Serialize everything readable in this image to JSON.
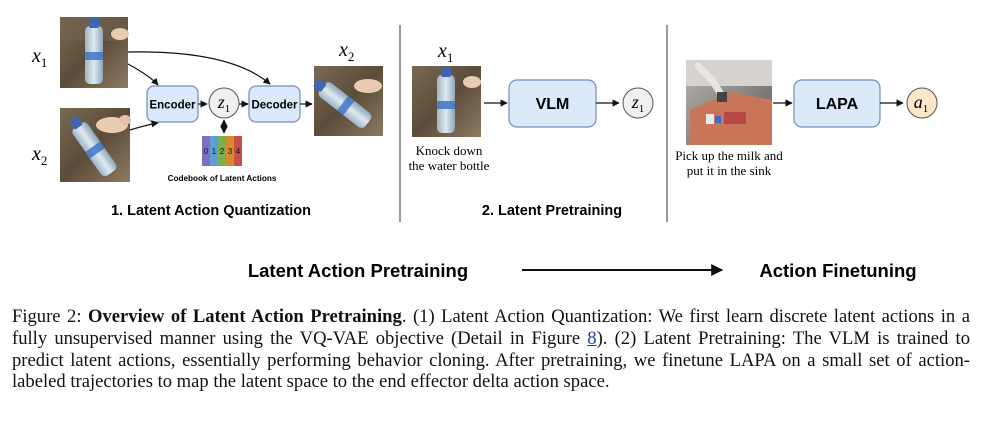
{
  "section1": {
    "x1_label": "x",
    "x1_sub": "1",
    "x2_label": "x",
    "x2_sub": "2",
    "encoder": "Encoder",
    "z_label": "z",
    "z_sub": "1",
    "decoder": "Decoder",
    "out_label": "x",
    "out_sub": "2",
    "codebook_cells": [
      "0",
      "1",
      "2",
      "3",
      "4"
    ],
    "codebook_label": "Codebook of Latent Actions",
    "title": "1. Latent Action Quantization"
  },
  "section2": {
    "x1_label": "x",
    "x1_sub": "1",
    "instruction_line1": "Knock down",
    "instruction_line2": "the water bottle",
    "vlm": "VLM",
    "z_label": "z",
    "z_sub": "1",
    "title": "2. Latent Pretraining"
  },
  "section3": {
    "instruction_line1": "Pick up the milk and",
    "instruction_line2": "put it in the sink",
    "lapa": "LAPA",
    "a_label": "a",
    "a_sub": "1"
  },
  "flow": {
    "left": "Latent Action Pretraining",
    "right": "Action Finetuning"
  },
  "caption": {
    "prefix": "Figure 2: ",
    "title": "Overview of Latent Action Pretraining",
    "part1": ". (1) Latent Action Quantization: We first learn discrete latent actions in a fully unsupervised manner using the VQ-VAE objective (Detail in Figure ",
    "ref": "8",
    "part2": "). (2) Latent Pretraining: The VLM is trained to predict latent actions, essentially performing behavior cloning. After pretraining, we finetune LAPA on a small set of action-labeled trajectories to map the latent space to the end effector delta action space."
  },
  "colors": {
    "box_fill": "#dbe9fb",
    "box_stroke": "#6f8fba",
    "z_fill": "#f0f0f0",
    "a_fill": "#fde7c8",
    "codebook": [
      "#7b6fc0",
      "#5aa0d6",
      "#79b04d",
      "#d98a2b",
      "#c7504a"
    ]
  }
}
